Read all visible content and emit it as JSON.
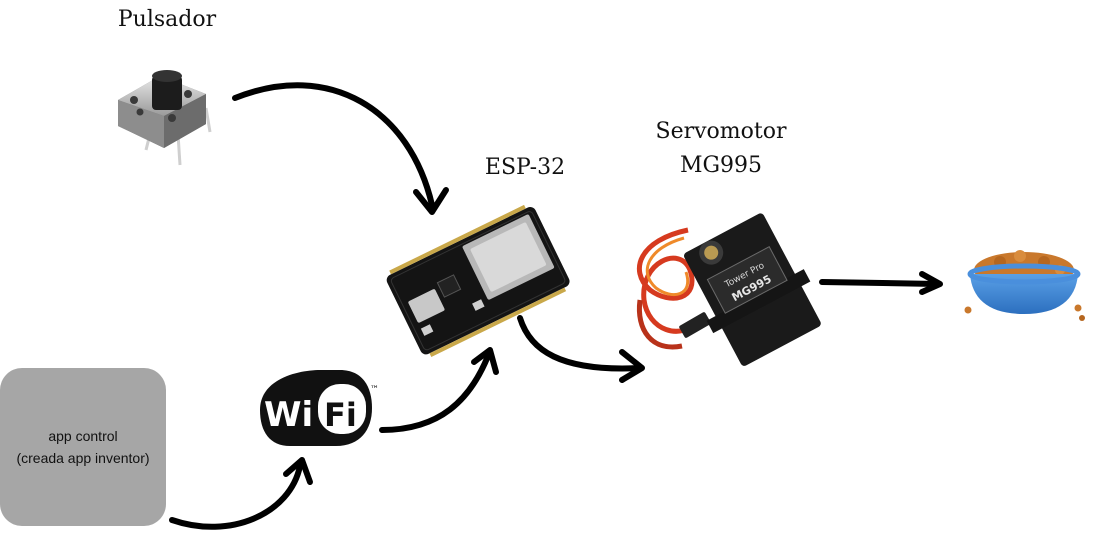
{
  "labels": {
    "pulsador": "Pulsador",
    "esp32": "ESP-32",
    "servo_line1": "Servomotor",
    "servo_line2": "MG995",
    "app_line1": "app control",
    "app_line2": "(creada app inventor)",
    "wifi_wi": "Wi",
    "wifi_fi": "Fi",
    "wifi_tm": "™",
    "servo_brand": "Tower Pro",
    "servo_model": "MG995"
  },
  "colors": {
    "arrow": "#000000",
    "app_box": "#a6a6a6",
    "bowl_blue": "#3f86d6",
    "food": "#c9782c",
    "servo_wire_red": "#d63a1f",
    "servo_wire_orange": "#ef8a2a"
  }
}
